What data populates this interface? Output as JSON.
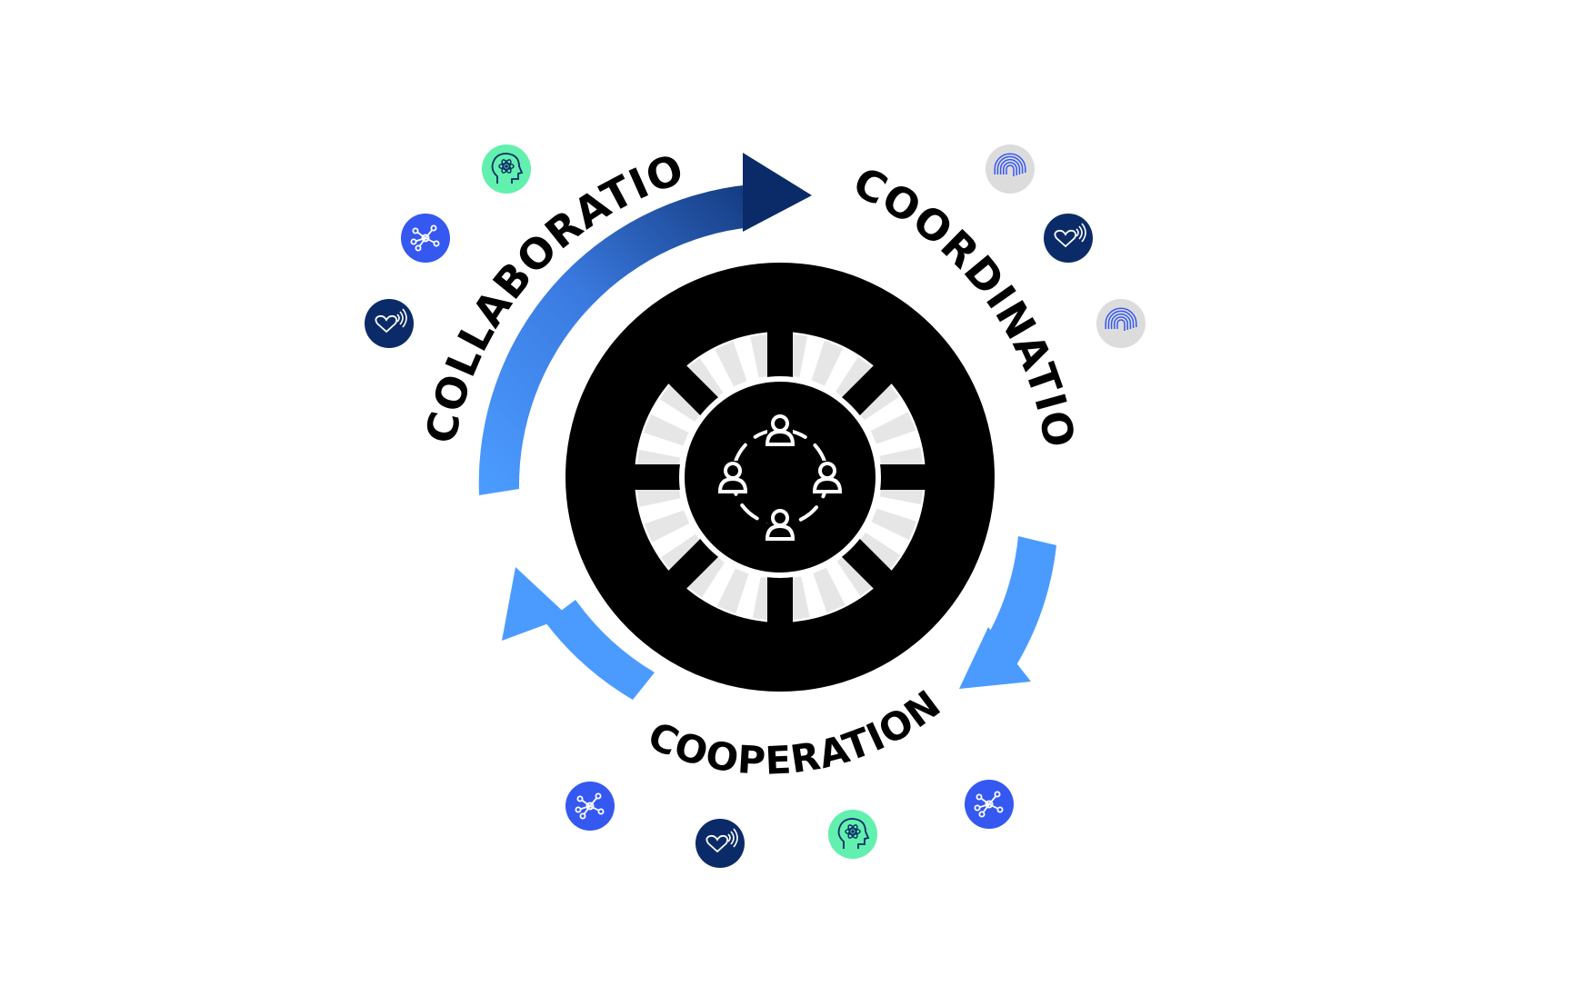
{
  "diagram": {
    "labels": {
      "collaboration": "COLLABORATION",
      "coordination": "COORDINATION",
      "cooperation": "COOPERATION"
    },
    "center_icon": "people-circle-icon",
    "icon_badges": [
      {
        "icon": "brain-atom-icon",
        "bg": "#62F0AE",
        "fg": "#0B2B68"
      },
      {
        "icon": "network-icon",
        "bg": "#3458F0",
        "fg": "#ffffff"
      },
      {
        "icon": "heart-signal-icon",
        "bg": "#0B2B68",
        "fg": "#ffffff"
      },
      {
        "icon": "fingerprint-icon",
        "bg": "#DCDCDC",
        "fg": "#3458F0"
      },
      {
        "icon": "heart-signal-icon",
        "bg": "#0B2B68",
        "fg": "#ffffff"
      },
      {
        "icon": "fingerprint-icon",
        "bg": "#DCDCDC",
        "fg": "#3458F0"
      },
      {
        "icon": "network-icon",
        "bg": "#3458F0",
        "fg": "#ffffff"
      },
      {
        "icon": "heart-signal-icon",
        "bg": "#0B2B68",
        "fg": "#ffffff"
      },
      {
        "icon": "brain-atom-icon",
        "bg": "#62F0AE",
        "fg": "#0B2B68"
      },
      {
        "icon": "network-icon",
        "bg": "#3458F0",
        "fg": "#ffffff"
      }
    ],
    "colors": {
      "arrow_dark": "#0B2B68",
      "arrow_light": "#4B9BFF",
      "hub": "#000000",
      "hub_stripe": "#E6E6E6"
    }
  }
}
